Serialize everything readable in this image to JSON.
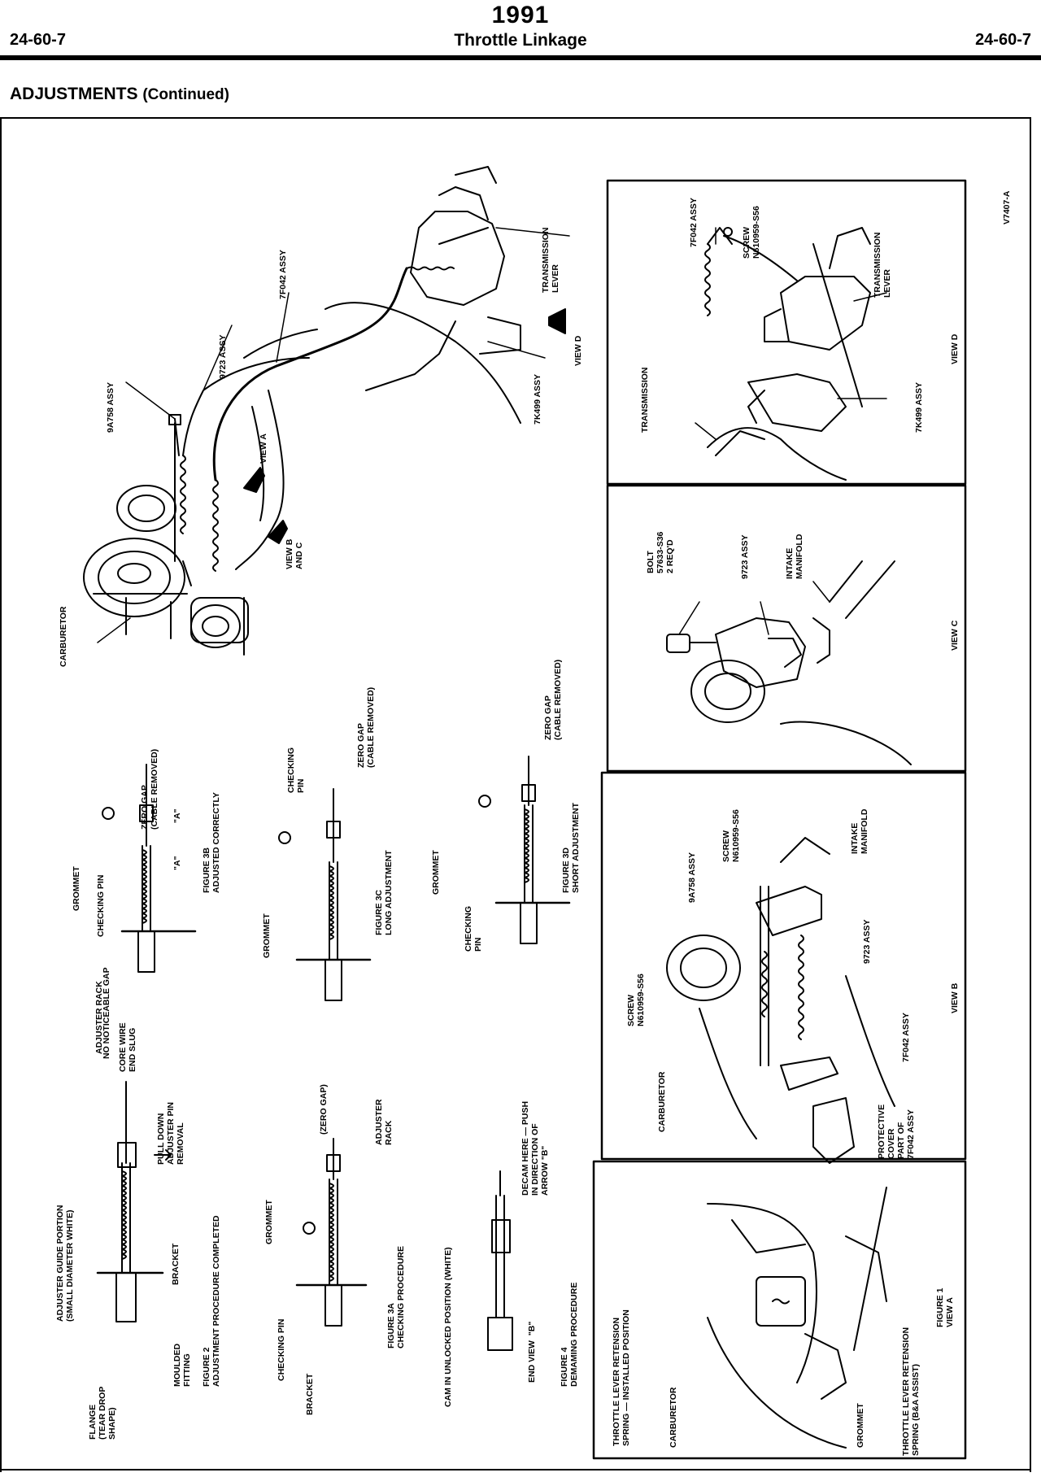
{
  "header": {
    "year": "1991",
    "page_left": "24-60-7",
    "page_right": "24-60-7",
    "title": "Throttle Linkage"
  },
  "section": {
    "title": "ADJUSTMENTS",
    "continued": "(Continued)"
  },
  "labels": {
    "figure_code": "V7407-A",
    "main": {
      "transmission_lever": "TRANSMISSION\nLEVER",
      "p7f042": "7F042 ASSY",
      "p9723": "9723 ASSY",
      "p9a758": "9A758 ASSY",
      "view_a": "VIEW A",
      "view_bc": "VIEW B\nAND C",
      "p7k499": "7K499 ASSY",
      "view_d": "VIEW D",
      "carburetor": "CARBURETOR"
    },
    "view_d": {
      "p7f042": "7F042 ASSY",
      "screw": "SCREW\nN610959-S56",
      "transmission_lever": "TRANSMISSION\nLEVER",
      "transmission": "TRANSMISSION",
      "p7k499": "7K499 ASSY",
      "caption": "VIEW D"
    },
    "view_c": {
      "bolt": "BOLT\n57633-S36\n2 REQ'D",
      "p9723": "9723 ASSY",
      "intake": "INTAKE\nMANIFOLD",
      "caption": "VIEW C"
    },
    "view_b": {
      "screw_top": "SCREW\nN610959-S56",
      "intake": "INTAKE\nMANIFOLD",
      "p9a758": "9A758 ASSY",
      "p9723": "9723 ASSY",
      "screw_left": "SCREW\nN610959-S56",
      "carburetor": "CARBURETOR",
      "p7f042": "7F042 ASSY",
      "cover": "PROTECTIVE\nCOVER\nPART OF\n7F042 ASSY",
      "caption": "VIEW B"
    },
    "fig1": {
      "spring_installed": "THROTTLE LEVER RETENSION\nSPRING — INSTALLED POSITION",
      "carburetor": "CARBURETOR",
      "grommet": "GROMMET",
      "spring_ba": "THROTTLE LEVER RETENSION\nSPRING (B&A ASSIST)",
      "caption": "FIGURE 1\nVIEW A"
    },
    "fig3b": {
      "zero_gap": "ZERO GAP\n(CABLE REMOVED)",
      "grommet": "GROMMET",
      "checking_pin": "CHECKING PIN",
      "a_dim": "\"A\"",
      "a_dim2": "\"A\"",
      "caption": "FIGURE 3B\nADJUSTED CORRECTLY"
    },
    "fig3c": {
      "zero_gap": "ZERO GAP\n(CABLE REMOVED)",
      "checking_pin": "CHECKING\nPIN",
      "grommet": "GROMMET",
      "caption": "FIGURE 3C\nLONG ADJUSTMENT"
    },
    "fig3d": {
      "zero_gap": "ZERO GAP\n(CABLE REMOVED)",
      "grommet": "GROMMET",
      "checking_pin": "CHECKING\nPIN",
      "caption": "FIGURE 3D\nSHORT ADJUSTMENT"
    },
    "fig2": {
      "adjuster_rack": "ADJUSTER RACK",
      "no_gap": "NO NOTICEABLE GAP",
      "core_wire": "CORE WIRE\nEND SLUG",
      "pull_down": "PULL DOWN\nADJUSTER PIN\nREMOVAL",
      "guide": "ADJUSTER GUIDE PORTION\n(SMALL DIAMETER WHITE)",
      "flange": "FLANGE\n(TEAR DROP\nSHAPE)",
      "fitting": "MOULDED\nFITTING",
      "bracket": "BRACKET",
      "caption": "FIGURE 2\nADJUSTMENT PROCEDURE COMPLETED"
    },
    "fig3a": {
      "zero_gap": "(ZERO GAP)",
      "adjuster_rack": "ADJUSTER\nRACK",
      "grommet": "GROMMET",
      "checking_pin": "CHECKING PIN",
      "bracket": "BRACKET",
      "caption": "FIGURE 3A\nCHECKING PROCEDURE"
    },
    "fig4": {
      "cam": "CAM IN UNLOCKED POSITION (WHITE)",
      "decam": "DECAM HERE — PUSH\nIN DIRECTION OF\nARROW \"B\"",
      "end_view": "END VIEW  \"B\"",
      "caption": "FIGURE 4\nDEMAMING PROCEDURE"
    }
  }
}
